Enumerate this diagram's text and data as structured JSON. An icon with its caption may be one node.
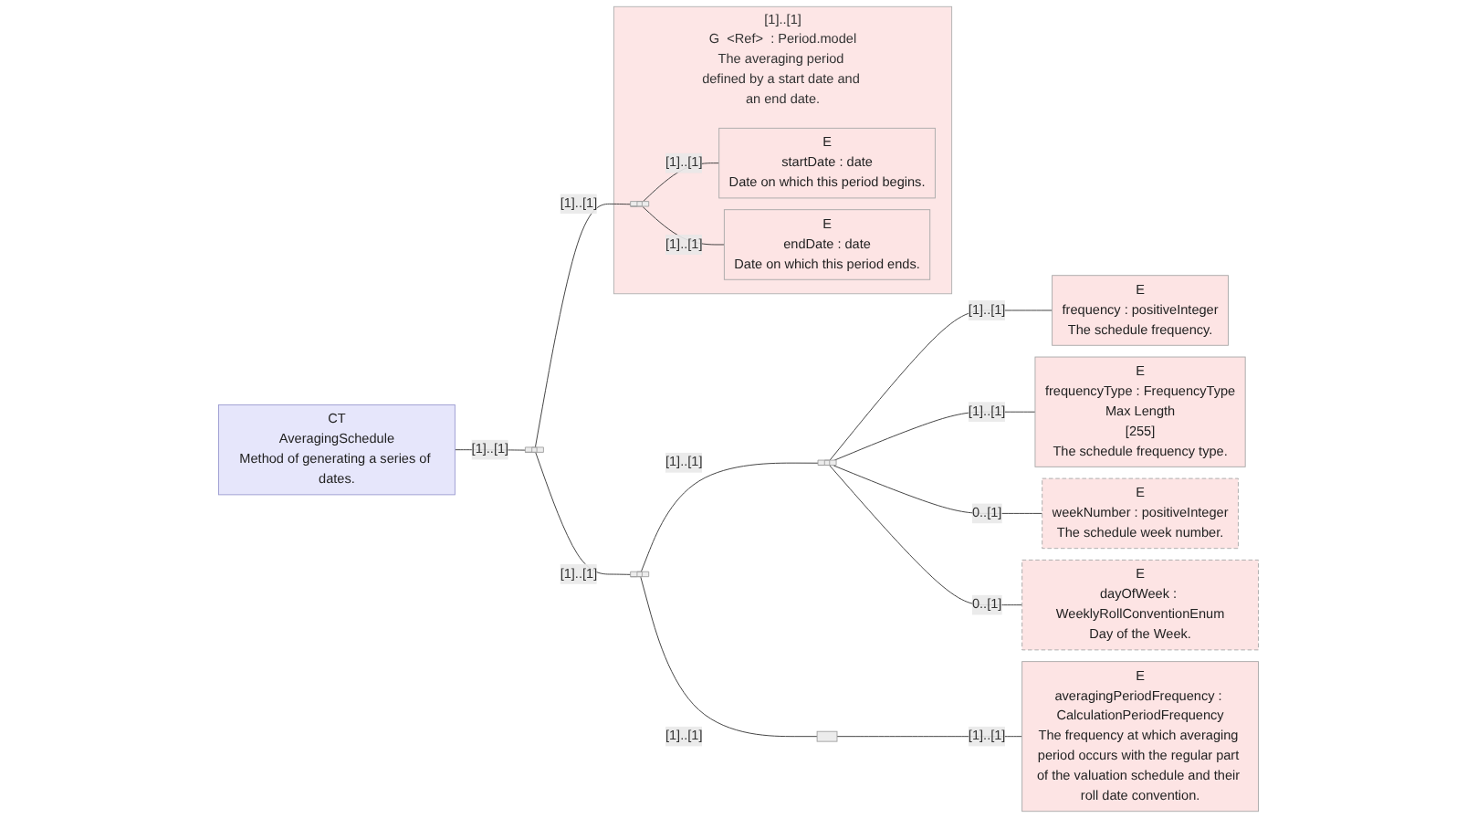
{
  "diagram": {
    "nodes": [
      {
        "text": [
          "CT",
          "AveragingSchedule",
          "Method of generating a series of dates."
        ]
      },
      {
        "text": [],
        "shape": "bar"
      },
      {
        "text": [
          "G",
          "<Ref>",
          ": Period.model",
          "The averaging period defined by a start date and an end date."
        ],
        "beside": [
          "[1]..[1]"
        ]
      },
      {
        "text": [],
        "shape": "bar",
        "in": 2
      },
      {
        "text": [
          "E",
          "startDate : date",
          "Date on which this period begins."
        ],
        "in": 2
      },
      {
        "text": [
          "E",
          "endDate : date",
          "Date on which this period ends."
        ],
        "in": 2
      },
      {
        "text": [],
        "shape": "bar"
      },
      {
        "text": [],
        "shape": "bar"
      },
      {
        "text": [
          "E",
          "frequency : positiveInteger",
          "The schedule frequency."
        ]
      },
      {
        "text": [
          "E",
          "frequencyType : FrequencyType",
          "Max Length",
          "[255]",
          "The schedule frequency type."
        ]
      },
      {
        "text": [
          "E",
          "weekNumber : positiveInteger",
          "The schedule week number."
        ]
      },
      {
        "text": [
          "E",
          "dayOfWeek : WeeklyRollConventionEnum",
          "Day of the Week."
        ]
      },
      {
        "text": [],
        "shape": "box"
      },
      {
        "text": [
          "E",
          "averagingPeriodFrequency : CalculationPeriodFrequency",
          "The frequency at which averaging period occurs with the regular part of the valuation schedule and their roll date convention."
        ]
      }
    ],
    "edges": [
      {
        "from": 0,
        "to": 1,
        "arrow": "none",
        "label": "[1]..[1]"
      },
      {
        "from": 1,
        "to": 3,
        "arrow": "none",
        "label": "[1]..[1]"
      },
      {
        "from": 3,
        "to": 4,
        "arrow": "none",
        "label": "[1]..[1]"
      },
      {
        "from": 3,
        "to": 5,
        "arrow": "none",
        "label": "[1]..[1]"
      },
      {
        "from": 1,
        "to": 6,
        "arrow": "none",
        "label": "[1]..[1]"
      },
      {
        "from": 6,
        "to": 7,
        "arrow": "none",
        "label": "[1]..[1]"
      },
      {
        "from": 7,
        "to": 8,
        "arrow": "none",
        "label": "[1]..[1]"
      },
      {
        "from": 7,
        "to": 9,
        "arrow": "none",
        "label": "[1]..[1]"
      },
      {
        "from": 7,
        "to": 10,
        "arrow": "none",
        "label": "0..[1]"
      },
      {
        "from": 7,
        "to": 11,
        "arrow": "none",
        "label": "0..[1]"
      },
      {
        "from": 6,
        "to": 12,
        "arrow": "none",
        "label": "[1]..[1]"
      },
      {
        "from": 12,
        "to": 13,
        "arrow": "none",
        "label": "[1]..[1]"
      }
    ]
  }
}
